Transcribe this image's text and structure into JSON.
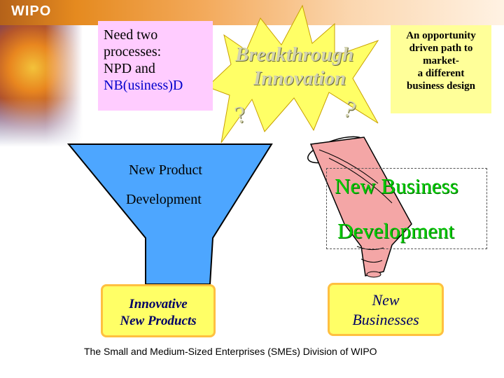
{
  "header": {
    "logo_text": "WIPO"
  },
  "note": {
    "line1": "Need two",
    "line2": "processes:",
    "line3": "NPD and",
    "line4": "NB(usiness)D"
  },
  "burst": {
    "line1": "Breakthrough",
    "line2": "Innovation",
    "q_left": "?",
    "q_right": "?"
  },
  "opportunity": {
    "line1": "An opportunity",
    "line2": "driven path to",
    "line3": "market-",
    "line4": "a different",
    "line5": "business design"
  },
  "npd_funnel": {
    "line1": "New Product",
    "line2": "Development"
  },
  "nbd": {
    "line1": "New Business",
    "line2": "Development"
  },
  "outputs": {
    "left_line1": "Innovative",
    "left_line2": "New Products",
    "right_line1": "New",
    "right_line2": "Businesses"
  },
  "footer": {
    "text": "The Small and Medium-Sized Enterprises (SMEs) Division of WIPO"
  },
  "colors": {
    "note_bg": "#ffccff",
    "opportunity_bg": "#ffff99",
    "funnel_blue": "#4da6ff",
    "nbd_green": "#00cc00",
    "output_bg": "#ffff66",
    "burst_yellow": "#ffff66"
  }
}
